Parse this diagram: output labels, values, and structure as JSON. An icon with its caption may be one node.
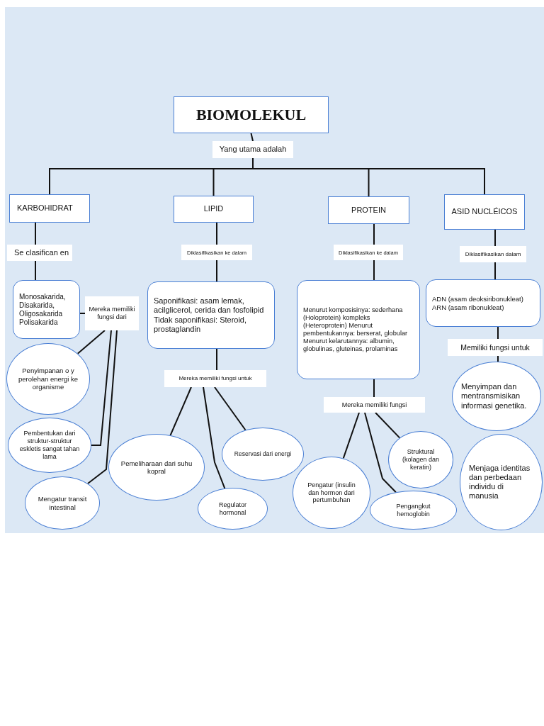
{
  "diagram": {
    "nodes": [
      {
        "text": [
          "BIOMOLEKUL"
        ]
      },
      {
        "text": [
          "Yang utama adalah"
        ]
      },
      {
        "text": [
          "KARBOHIDRAT"
        ]
      },
      {
        "text": [
          "LIPID"
        ]
      },
      {
        "text": [
          "PROTEIN"
        ]
      },
      {
        "text": [
          "ASID NUCLÉICOS"
        ]
      },
      {
        "text": [
          "Se clasifican en"
        ]
      },
      {
        "text": [
          "Diklasifikasikan ke dalam"
        ]
      },
      {
        "text": [
          "Diklasifikasikan ke dalam"
        ]
      },
      {
        "text": [
          "Diklasifikasikan dalam"
        ]
      },
      {
        "text": [
          "Monosakarida, Disakarida, Oligosakarida Polisakarida"
        ]
      },
      {
        "text": [
          "Mereka memiliki fungsi dari"
        ]
      },
      {
        "text": [
          "Saponifikasi: asam lemak, acilglicerol, cerida dan fosfolipid Tidak saponifikasi: Steroid, prostaglandin"
        ]
      },
      {
        "text": [
          "Menurut komposisinya: sederhana (Holoprotein) kompleks (Heteroprotein) Menurut pembentukannya: berserat, globular Menurut kelarutannya: albumin, globulinas, gluteinas, prolaminas"
        ]
      },
      {
        "text": [
          "ADN (asam deoksiribonukleat) ARN (asam ribonukleat)"
        ]
      },
      {
        "text": [
          "Mereka memiliki fungsi untuk"
        ]
      },
      {
        "text": [
          "Mereka memiliki fungsi"
        ]
      },
      {
        "text": [
          "Memiliki fungsi untuk"
        ]
      },
      {
        "text": [
          "Penyimpanan o y perolehan energi ke organisme"
        ]
      },
      {
        "text": [
          "Pembentukan dari struktur-struktur eskletis sangat tahan lama"
        ]
      },
      {
        "text": [
          "Mengatur transit intestinal"
        ]
      },
      {
        "text": [
          "Pemeliharaan dari suhu kopral"
        ]
      },
      {
        "text": [
          "Reservasi dari energi"
        ]
      },
      {
        "text": [
          "Regulator hormonal"
        ]
      },
      {
        "text": [
          "Pengatur (insulin dan hormon dari pertumbuhan"
        ]
      },
      {
        "text": [
          "Struktural (kolagen dan keratin)"
        ]
      },
      {
        "text": [
          "Pengangkut hemoglobin"
        ]
      },
      {
        "text": [
          "Menyimpan dan mentransmisikan informasi genetika."
        ]
      },
      {
        "text": [
          "Menjaga identitas dan perbedaan individu di manusia"
        ]
      }
    ],
    "edges": [
      {
        "from": 0,
        "to": 1,
        "arrow": "none"
      },
      {
        "from": 1,
        "to": 2,
        "arrow": "none"
      },
      {
        "from": 1,
        "to": 3,
        "arrow": "none"
      },
      {
        "from": 1,
        "to": 4,
        "arrow": "none"
      },
      {
        "from": 1,
        "to": 5,
        "arrow": "none"
      },
      {
        "from": 2,
        "to": 6,
        "arrow": "none"
      },
      {
        "from": 6,
        "to": 10,
        "arrow": "none"
      },
      {
        "from": 3,
        "to": 7,
        "arrow": "none"
      },
      {
        "from": 7,
        "to": 12,
        "arrow": "none"
      },
      {
        "from": 4,
        "to": 8,
        "arrow": "none"
      },
      {
        "from": 8,
        "to": 13,
        "arrow": "none"
      },
      {
        "from": 5,
        "to": 9,
        "arrow": "none"
      },
      {
        "from": 9,
        "to": 14,
        "arrow": "none"
      },
      {
        "from": 10,
        "to": 11,
        "arrow": "none"
      },
      {
        "from": 11,
        "to": 18,
        "arrow": "none"
      },
      {
        "from": 11,
        "to": 19,
        "arrow": "none"
      },
      {
        "from": 11,
        "to": 20,
        "arrow": "none"
      },
      {
        "from": 12,
        "to": 15,
        "arrow": "none"
      },
      {
        "from": 15,
        "to": 21,
        "arrow": "none"
      },
      {
        "from": 15,
        "to": 23,
        "arrow": "none"
      },
      {
        "from": 15,
        "to": 22,
        "arrow": "none"
      },
      {
        "from": 13,
        "to": 16,
        "arrow": "none"
      },
      {
        "from": 16,
        "to": 24,
        "arrow": "none"
      },
      {
        "from": 16,
        "to": 26,
        "arrow": "none"
      },
      {
        "from": 16,
        "to": 25,
        "arrow": "none"
      },
      {
        "from": 14,
        "to": 17,
        "arrow": "none"
      },
      {
        "from": 17,
        "to": 27,
        "arrow": "none"
      }
    ]
  }
}
